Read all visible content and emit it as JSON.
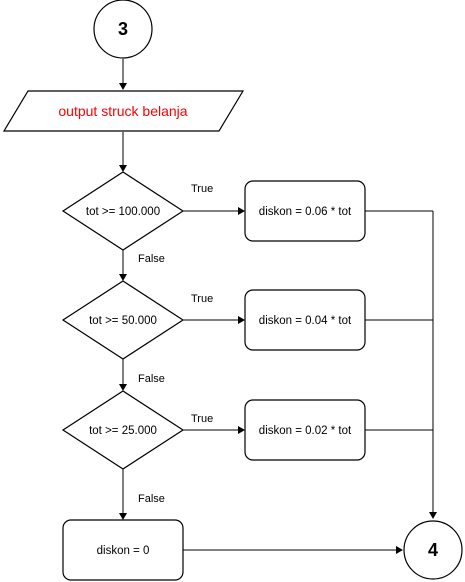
{
  "connector_top": "3",
  "connector_bottom": "4",
  "output_label": "output struck belanja",
  "decisions": [
    {
      "condition": "tot >= 100.000",
      "true_label": "True",
      "false_label": "False"
    },
    {
      "condition": "tot >= 50.000",
      "true_label": "True",
      "false_label": "False"
    },
    {
      "condition": "tot >= 25.000",
      "true_label": "True",
      "false_label": "False"
    }
  ],
  "processes": [
    "diskon = 0.06 * tot",
    "diskon = 0.04 * tot",
    "diskon = 0.02 * tot"
  ],
  "default_process": "diskon = 0",
  "colors": {
    "output_text": "#ff0000",
    "stroke": "#000000"
  }
}
